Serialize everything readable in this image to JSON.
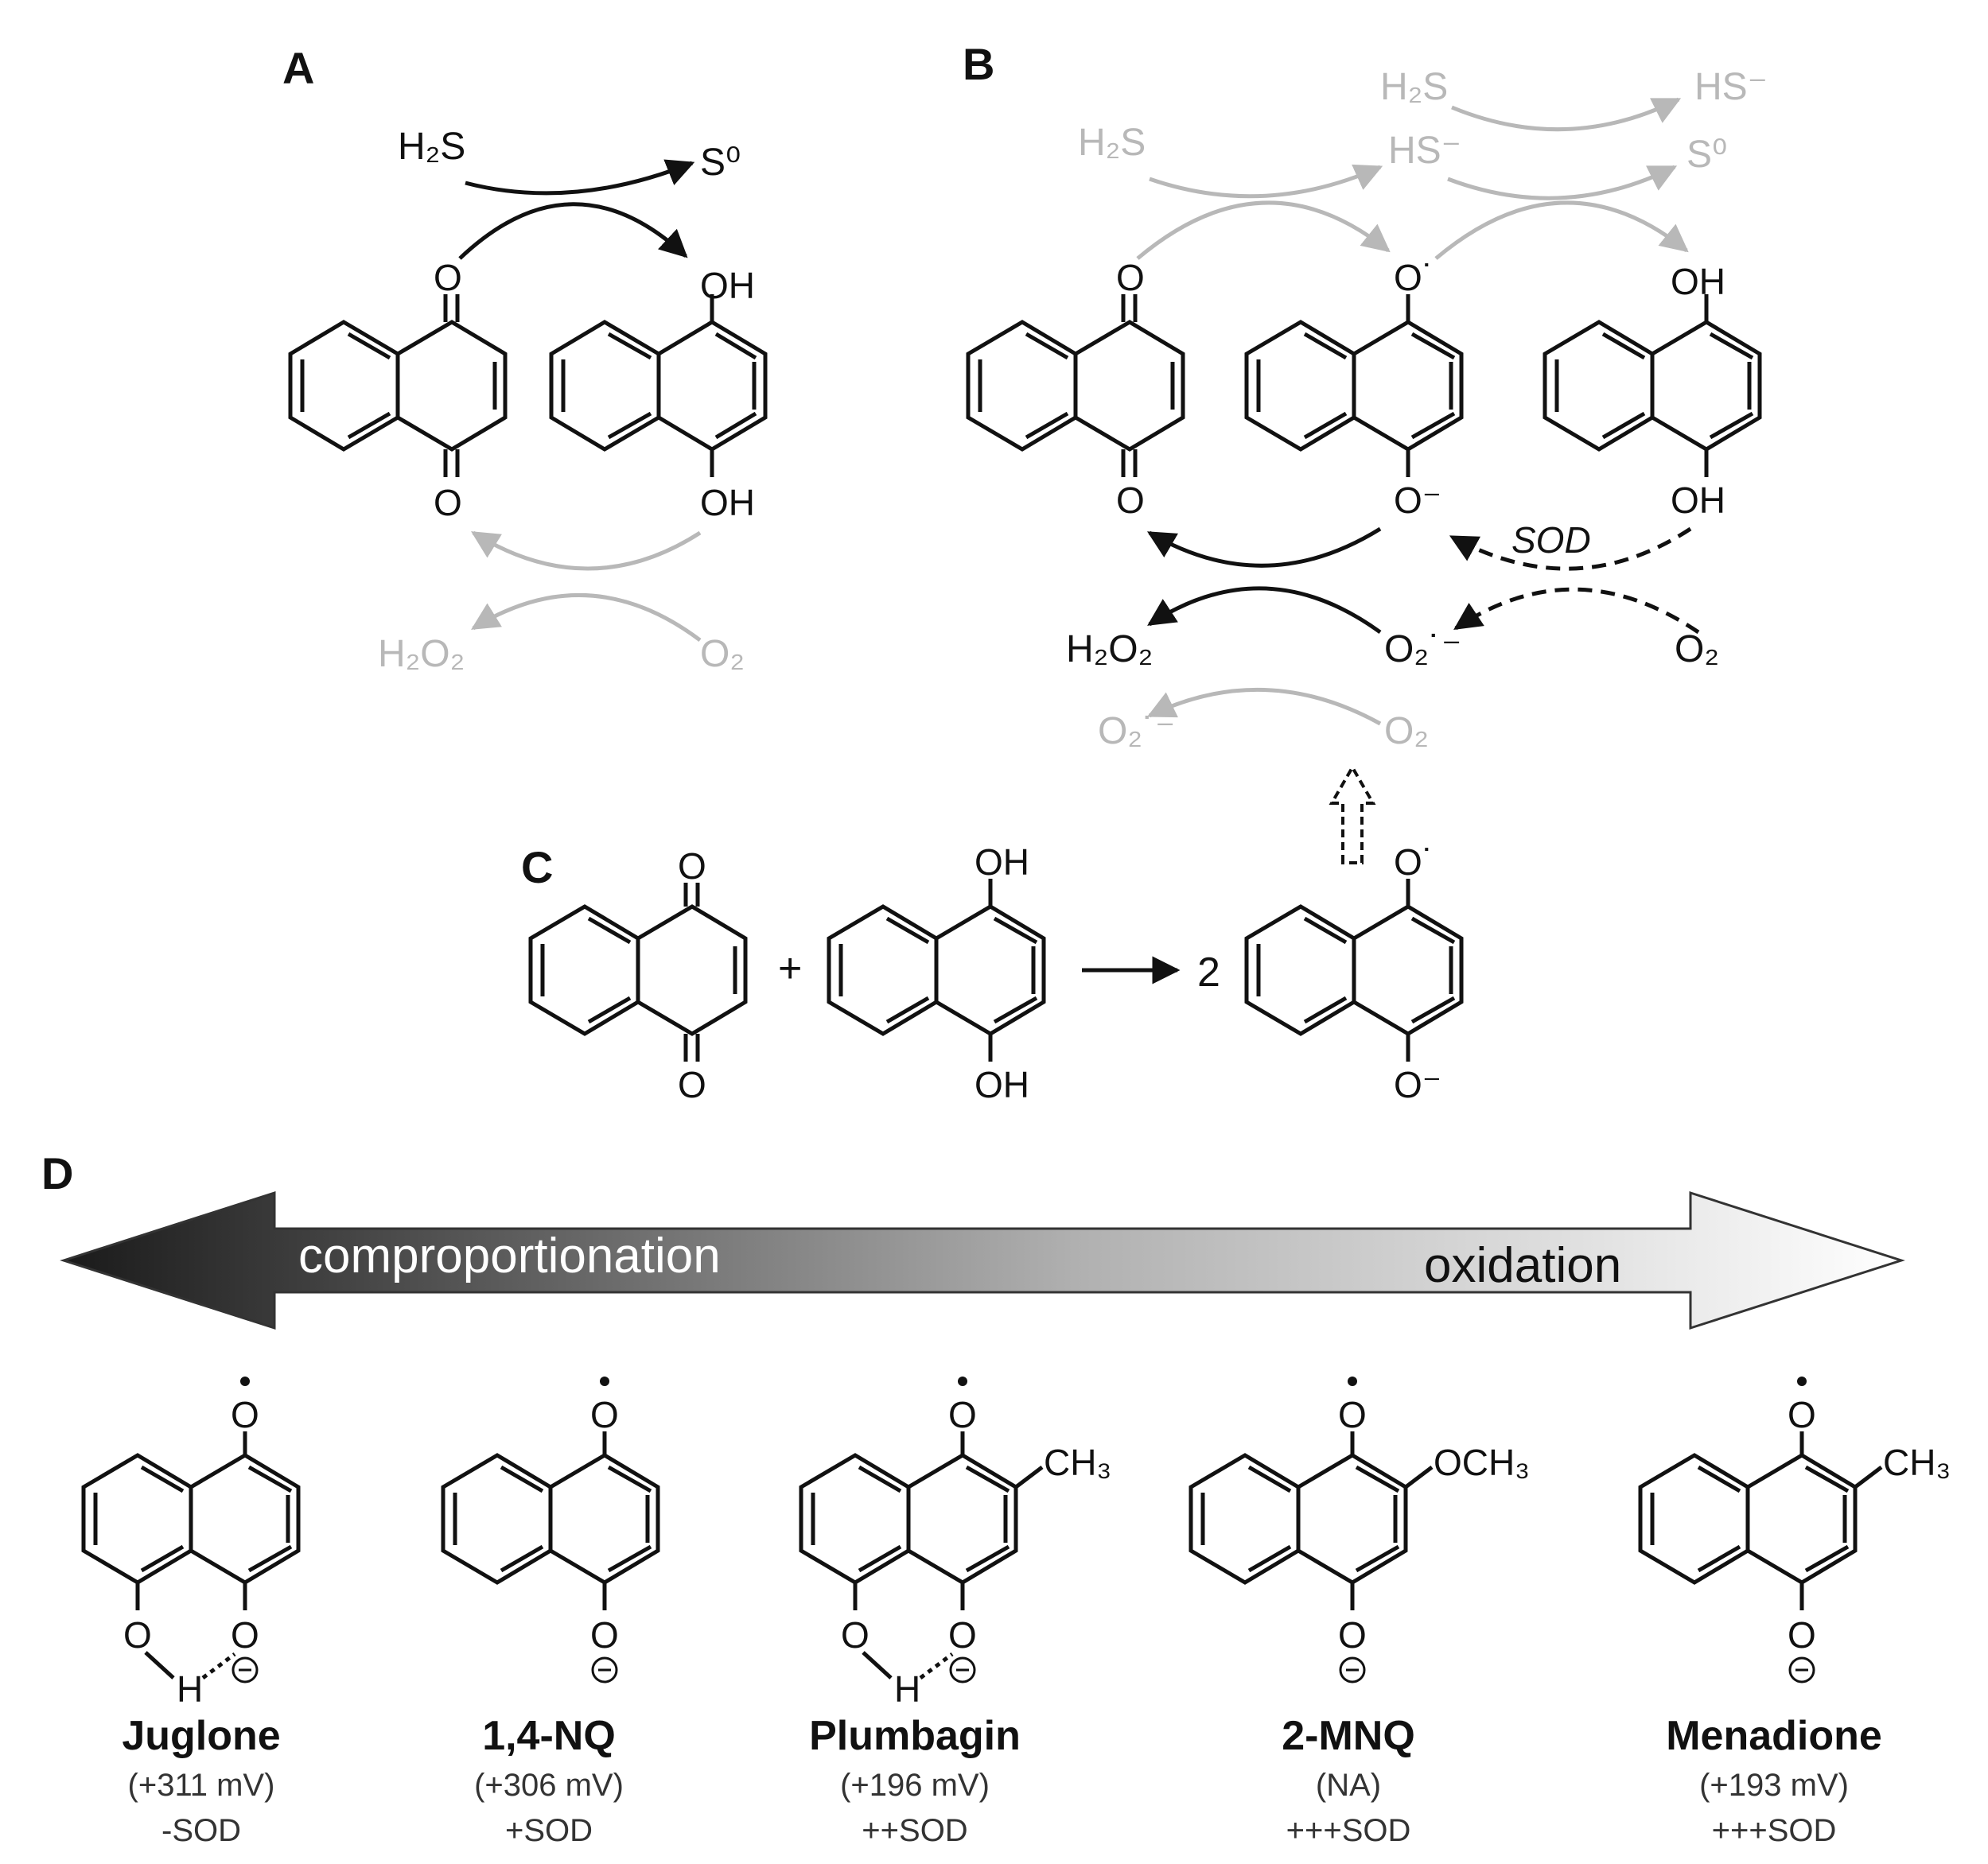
{
  "panels": {
    "A": {
      "label": "A",
      "h2s": "H₂S",
      "s0": "S⁰",
      "o_top": "O",
      "o_bottom": "O",
      "oh_top": "OH",
      "oh_bottom": "OH",
      "h2o2": "H₂O₂",
      "o2": "O₂"
    },
    "B": {
      "label": "B",
      "h2s_left": "H₂S",
      "h2s_right": "H₂S",
      "hs_mid": "HS⁻",
      "hs_top": "HS⁻",
      "s0": "S⁰",
      "o_top": "O",
      "o_bottom": "O",
      "o_rad_top": "O˙",
      "o_minus": "O⁻",
      "oh_top": "OH",
      "oh_bottom": "OH",
      "sod": "SOD",
      "h2o2": "H₂O₂",
      "o2_radical": "O₂˙⁻",
      "o2_right": "O₂",
      "o2_grey_left": "O₂˙⁻",
      "o2_grey_right": "O₂"
    },
    "C": {
      "label": "C",
      "o_top": "O",
      "o_bottom": "O",
      "plus": "+",
      "oh_top": "OH",
      "oh_bottom": "OH",
      "coef": "2",
      "o_rad": "O˙",
      "o_minus": "O⁻"
    },
    "D": {
      "label": "D",
      "arrow_left_label": "comproportionation",
      "arrow_right_label": "oxidation",
      "compounds": [
        {
          "name": "Juglone",
          "potential": "(+311 mV)",
          "sod": "-SOD",
          "substituent": "",
          "h": "H"
        },
        {
          "name": "1,4-NQ",
          "potential": "(+306 mV)",
          "sod": "+SOD",
          "substituent": "",
          "h": ""
        },
        {
          "name": "Plumbagin",
          "potential": "(+196 mV)",
          "sod": "++SOD",
          "substituent": "CH₃",
          "h": "H"
        },
        {
          "name": "2-MNQ",
          "potential": "(NA)",
          "sod": "+++SOD",
          "substituent": "OCH₃",
          "h": ""
        },
        {
          "name": "Menadione",
          "potential": "(+193 mV)",
          "sod": "+++SOD",
          "substituent": "CH₃",
          "h": ""
        }
      ],
      "o_label": "O",
      "minus_label": "−"
    }
  },
  "colors": {
    "ink": "#111111",
    "faded": "#b8b8b8",
    "gradient_dark": "#1a1a1a",
    "gradient_light": "#ffffff"
  }
}
